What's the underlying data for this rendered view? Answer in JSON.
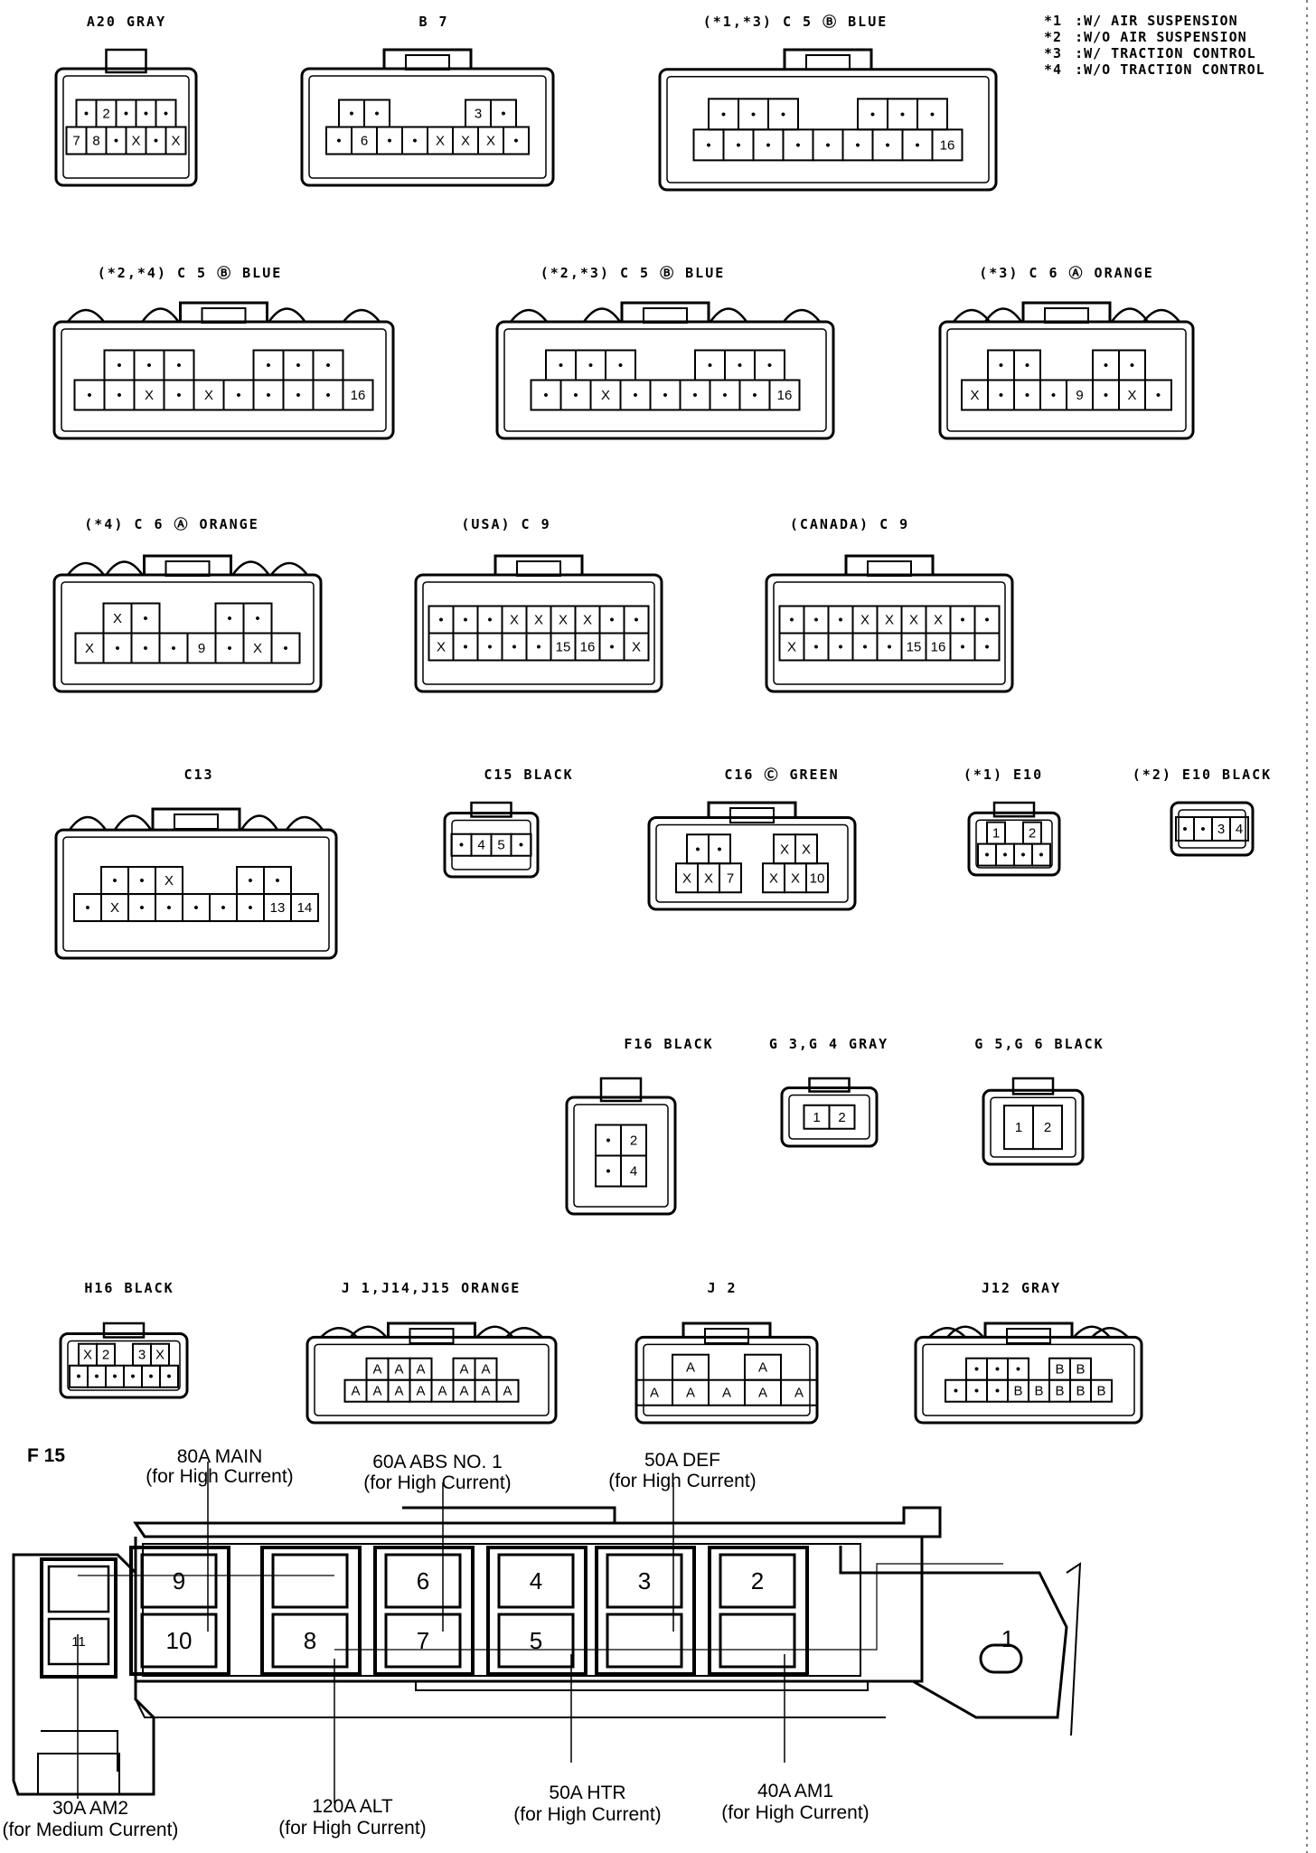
{
  "legend": [
    {
      "key": "*1",
      "text": ":W/ AIR SUSPENSION"
    },
    {
      "key": "*2",
      "text": ":W/O AIR SUSPENSION"
    },
    {
      "key": "*3",
      "text": ":W/ TRACTION CONTROL"
    },
    {
      "key": "*4",
      "text": ":W/O TRACTION CONTROL"
    }
  ],
  "connectors": [
    {
      "id": "a20",
      "label": "A20  GRAY",
      "rows": [
        [
          "•",
          "2",
          "•",
          "•",
          "•"
        ],
        [
          "7",
          "8",
          "•",
          "X",
          "•",
          "X"
        ]
      ]
    },
    {
      "id": "b7",
      "label": "B 7",
      "rows": [
        [
          "•",
          "•",
          "",
          "",
          "",
          "3",
          "•"
        ],
        [
          "•",
          "6",
          "•",
          "•",
          "X",
          "X",
          "X",
          "•"
        ]
      ]
    },
    {
      "id": "c5-13",
      "label": "(*1,*3) C 5 Ⓑ BLUE",
      "rows": [
        [
          "•",
          "•",
          "•",
          "",
          "",
          "•",
          "•",
          "•"
        ],
        [
          "•",
          "•",
          "•",
          "•",
          "•",
          "•",
          "•",
          "•",
          "16"
        ]
      ]
    },
    {
      "id": "c5-24",
      "label": "(*2,*4) C 5 Ⓑ BLUE",
      "rows": [
        [
          "•",
          "•",
          "•",
          "",
          "",
          "•",
          "•",
          "•"
        ],
        [
          "•",
          "•",
          "X",
          "•",
          "X",
          "•",
          "•",
          "•",
          "•",
          "16"
        ]
      ]
    },
    {
      "id": "c5-23",
      "label": "(*2,*3) C 5 Ⓑ BLUE",
      "rows": [
        [
          "•",
          "•",
          "•",
          "",
          "",
          "•",
          "•",
          "•"
        ],
        [
          "•",
          "•",
          "X",
          "•",
          "•",
          "•",
          "•",
          "•",
          "16"
        ]
      ]
    },
    {
      "id": "c6-3",
      "label": "(*3) C 6 Ⓐ ORANGE",
      "rows": [
        [
          "•",
          "•",
          "",
          "",
          "•",
          "•"
        ],
        [
          "X",
          "•",
          "•",
          "•",
          "9",
          "•",
          "X",
          "•"
        ]
      ]
    },
    {
      "id": "c6-4",
      "label": "(*4) C 6 Ⓐ ORANGE",
      "rows": [
        [
          "X",
          "•",
          "",
          "",
          "•",
          "•"
        ],
        [
          "X",
          "•",
          "•",
          "•",
          "9",
          "•",
          "X",
          "•"
        ]
      ]
    },
    {
      "id": "c9-usa",
      "label": "(USA) C 9",
      "rows": [
        [
          "•",
          "•",
          "•",
          "X",
          "X",
          "X",
          "X",
          "•",
          "•"
        ],
        [
          "X",
          "•",
          "•",
          "•",
          "•",
          "15",
          "16",
          "•",
          "X"
        ]
      ]
    },
    {
      "id": "c9-can",
      "label": "(CANADA) C 9",
      "rows": [
        [
          "•",
          "•",
          "•",
          "X",
          "X",
          "X",
          "X",
          "•",
          "•"
        ],
        [
          "X",
          "•",
          "•",
          "•",
          "•",
          "15",
          "16",
          "•",
          "•"
        ]
      ]
    },
    {
      "id": "c13",
      "label": "C13",
      "rows": [
        [
          "•",
          "•",
          "X",
          "",
          "",
          "•",
          "•"
        ],
        [
          "•",
          "X",
          "•",
          "•",
          "•",
          "•",
          "•",
          "13",
          "14"
        ]
      ]
    },
    {
      "id": "c15",
      "label": "C15  BLACK",
      "rows": [
        [
          "•",
          "4",
          "5",
          "•"
        ]
      ]
    },
    {
      "id": "c16",
      "label": "C16 Ⓒ GREEN",
      "rows": [
        [
          "•",
          "•",
          "",
          "",
          "X",
          "X"
        ],
        [
          "X",
          "X",
          "7",
          "",
          "X",
          "X",
          "10"
        ]
      ]
    },
    {
      "id": "e10-1",
      "label": "(*1)  E10",
      "rows": [
        [
          "1",
          "",
          "2"
        ],
        [
          "•",
          "•",
          "•",
          "•"
        ]
      ]
    },
    {
      "id": "e10-2",
      "label": "(*2) E10  BLACK",
      "rows": [
        [
          "•",
          "•",
          "3",
          "4"
        ]
      ]
    },
    {
      "id": "f16",
      "label": "F16  BLACK",
      "rows": [
        [
          "•",
          "2"
        ],
        [
          "•",
          "4"
        ]
      ]
    },
    {
      "id": "g3g4",
      "label": "G 3,G 4  GRAY",
      "rows": [
        [
          "1",
          "2"
        ]
      ]
    },
    {
      "id": "g5g6",
      "label": "G 5,G 6  BLACK",
      "rows": [
        [
          "1",
          "2"
        ]
      ]
    },
    {
      "id": "h16",
      "label": "H16  BLACK",
      "rows": [
        [
          "X",
          "2",
          "",
          "3",
          "X"
        ],
        [
          "•",
          "•",
          "•",
          "•",
          "•",
          "•"
        ]
      ]
    },
    {
      "id": "j1",
      "label": "J 1,J14,J15  ORANGE",
      "rows": [
        [
          "A",
          "A",
          "A",
          "",
          "A",
          "A"
        ],
        [
          "A",
          "A",
          "A",
          "A",
          "A",
          "A",
          "A",
          "A"
        ]
      ]
    },
    {
      "id": "j2",
      "label": "J 2",
      "rows": [
        [
          "A",
          "",
          "A"
        ],
        [
          "A",
          "A",
          "A",
          "A",
          "A"
        ]
      ]
    },
    {
      "id": "j12",
      "label": "J12  GRAY",
      "rows": [
        [
          "•",
          "•",
          "•",
          "",
          "B",
          "B"
        ],
        [
          "•",
          "•",
          "•",
          "B",
          "B",
          "B",
          "B",
          "B"
        ]
      ]
    }
  ],
  "fuse_block": {
    "title": "F 15",
    "top_numbers": [
      "9",
      "",
      "6",
      "4",
      "3",
      "2"
    ],
    "bottom_numbers": [
      "10",
      "8",
      "7",
      "5",
      "",
      ""
    ],
    "left_numbers": [
      "",
      "11"
    ],
    "terminal_number": "1",
    "labels": [
      {
        "name": "80A MAIN",
        "note": "(for High Current)"
      },
      {
        "name": "60A ABS NO. 1",
        "note": "(for High Current)"
      },
      {
        "name": "50A DEF",
        "note": "(for High Current)"
      },
      {
        "name": "30A AM2",
        "note": "(for Medium Current)"
      },
      {
        "name": "120A ALT",
        "note": "(for High Current)"
      },
      {
        "name": "50A HTR",
        "note": "(for High Current)"
      },
      {
        "name": "40A AM1",
        "note": "(for High Current)"
      }
    ]
  }
}
